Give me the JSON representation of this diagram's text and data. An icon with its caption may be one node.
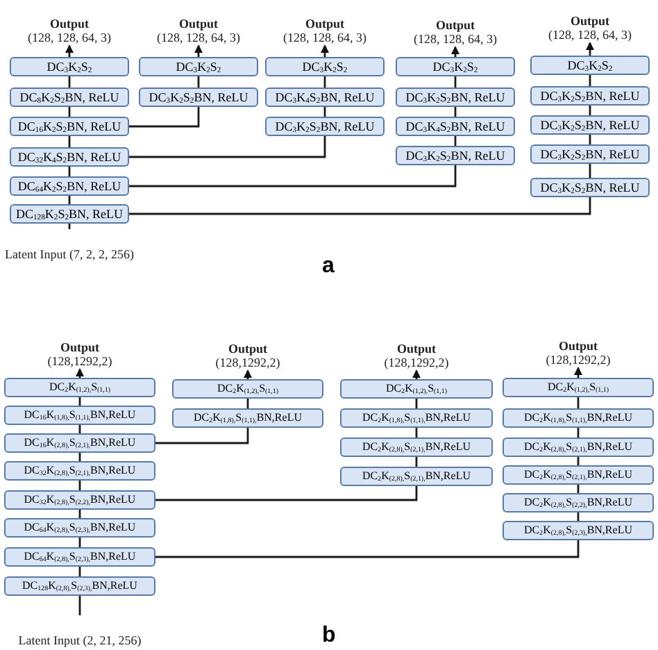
{
  "diagram": {
    "nodes": [
      {
        "text": [
          "Output",
          "(128, 128, 64, 3)"
        ]
      },
      {
        "text": [
          "DC$_{3}$K$_{2}$S$_{2}$"
        ]
      },
      {
        "text": [
          "DC$_{8}$K$_{2}$S$_{2}$BN, ReLU"
        ]
      },
      {
        "text": [
          "DC$_{16}$K$_{2}$S$_{2}$BN, ReLU"
        ]
      },
      {
        "text": [
          "DC$_{32}$K$_{4}$S$_{2}$BN, ReLU"
        ]
      },
      {
        "text": [
          "DC$_{64}$K$_{2}$S$_{2}$BN, ReLU"
        ]
      },
      {
        "text": [
          "DC$_{128}$K$_{2}$S$_{2}$BN, ReLU"
        ]
      },
      {
        "text": [
          "Latent Input (7, 2, 2, 256)"
        ]
      },
      {
        "text": [
          "Output",
          "(128, 128, 64, 3)"
        ]
      },
      {
        "text": [
          "DC$_{3}$K$_{2}$S$_{2}$"
        ]
      },
      {
        "text": [
          "DC$_{3}$K$_{2}$S$_{2}$BN, ReLU"
        ]
      },
      {
        "text": [
          "Output",
          "(128, 128, 64, 3)"
        ]
      },
      {
        "text": [
          "DC$_{3}$K$_{2}$S$_{2}$"
        ]
      },
      {
        "text": [
          "DC$_{3}$K$_{4}$S$_{2}$BN, ReLU"
        ]
      },
      {
        "text": [
          "DC$_{3}$K$_{2}$S$_{2}$BN, ReLU"
        ]
      },
      {
        "text": [
          "Output",
          "(128, 128, 64, 3)"
        ]
      },
      {
        "text": [
          "DC$_{3}$K$_{2}$S$_{2}$"
        ]
      },
      {
        "text": [
          "DC$_{3}$K$_{2}$S$_{2}$BN, ReLU"
        ]
      },
      {
        "text": [
          "DC$_{3}$K$_{4}$S$_{2}$BN, ReLU"
        ]
      },
      {
        "text": [
          "DC$_{3}$K$_{2}$S$_{2}$BN, ReLU"
        ]
      },
      {
        "text": [
          "Output",
          "(128, 128, 64, 3)"
        ]
      },
      {
        "text": [
          "DC$_{3}$K$_{2}$S$_{2}$"
        ]
      },
      {
        "text": [
          "DC$_{3}$K$_{2}$S$_{2}$BN, ReLU"
        ]
      },
      {
        "text": [
          "DC$_{3}$K$_{2}$S$_{2}$BN, ReLU"
        ]
      },
      {
        "text": [
          "DC$_{3}$K$_{2}$S$_{2}$BN, ReLU"
        ]
      },
      {
        "text": [
          "DC$_{3}$K$_{2}$S$_{2}$BN, ReLU"
        ]
      },
      {
        "text": [
          "Output",
          "(128,1292,2)"
        ]
      },
      {
        "text": [
          "DC$_{2}$K$_{(1,2),}$S$_{(1,1)}$"
        ]
      },
      {
        "text": [
          "DC$_{16}$K$_{(1,8),}$S$_{(1,1),}$BN,ReLU"
        ]
      },
      {
        "text": [
          "DC$_{16}$K$_{(2,8),}$S$_{(2,1),}$BN,ReLU"
        ]
      },
      {
        "text": [
          "DC$_{32}$K$_{(2,8),}$S$_{(2,1),}$BN,ReLU"
        ]
      },
      {
        "text": [
          "DC$_{32}$K$_{(2,8),}$S$_{(2,2),}$BN,ReLU"
        ]
      },
      {
        "text": [
          "DC$_{64}$K$_{(2,8),}$S$_{(2,3),}$BN,ReLU"
        ]
      },
      {
        "text": [
          "DC$_{64}$K$_{(2,8),}$S$_{(2,3),}$BN,ReLU"
        ]
      },
      {
        "text": [
          "DC$_{128}$K$_{(2,8),}$S$_{(2,3),}$BN,ReLU"
        ]
      },
      {
        "text": [
          "Latent Input (2, 21, 256)"
        ]
      },
      {
        "text": [
          "Output",
          "(128,1292,2)"
        ]
      },
      {
        "text": [
          "DC$_{2}$K$_{(1,2),}$S$_{(1,1)}$"
        ]
      },
      {
        "text": [
          "DC$_{2}$K$_{(1,8),}$S$_{(1,1),}$BN,ReLU"
        ]
      },
      {
        "text": [
          "Output",
          "(128,1292,2)"
        ]
      },
      {
        "text": [
          "DC$_{2}$K$_{(1,2),}$S$_{(1,1)}$"
        ]
      },
      {
        "text": [
          "DC$_{2}$K$_{(1,8),}$S$_{(1,1),}$BN,ReLU"
        ]
      },
      {
        "text": [
          "DC$_{2}$K$_{(2,8),}$S$_{(2,1),}$BN,ReLU"
        ]
      },
      {
        "text": [
          "DC$_{2}$K$_{(2,8),}$S$_{(2,1),}$BN,ReLU"
        ]
      },
      {
        "text": [
          "Output",
          "(128,1292,2)"
        ]
      },
      {
        "text": [
          "DC$_{2}$K$_{(1,2),}$S$_{(1,1)}$"
        ]
      },
      {
        "text": [
          "DC$_{2}$K$_{(1,8),}$S$_{(1,1),}$BN,ReLU"
        ]
      },
      {
        "text": [
          "DC$_{2}$K$_{(2,8),}$S$_{(2,1),}$BN,ReLU"
        ]
      },
      {
        "text": [
          "DC$_{2}$K$_{(2,8),}$S$_{(2,1),}$BN,ReLU"
        ]
      },
      {
        "text": [
          "DC$_{2}$K$_{(2,8),}$S$_{(2,2),}$BN,ReLU"
        ]
      },
      {
        "text": [
          "DC$_{2}$K$_{(2,8),}$S$_{(2,3),}$BN,ReLU"
        ]
      }
    ],
    "edges": [
      {
        "from": 1,
        "to": 0,
        "arrow": "to"
      },
      {
        "from": 2,
        "to": 1,
        "arrow": "none"
      },
      {
        "from": 3,
        "to": 2,
        "arrow": "none"
      },
      {
        "from": 4,
        "to": 3,
        "arrow": "none"
      },
      {
        "from": 5,
        "to": 4,
        "arrow": "none"
      },
      {
        "from": 6,
        "to": 5,
        "arrow": "none"
      },
      {
        "from": 7,
        "to": 6,
        "arrow": "none"
      },
      {
        "from": 9,
        "to": 8,
        "arrow": "to"
      },
      {
        "from": 10,
        "to": 9,
        "arrow": "none"
      },
      {
        "from": 3,
        "to": 10,
        "arrow": "none"
      },
      {
        "from": 12,
        "to": 11,
        "arrow": "to"
      },
      {
        "from": 13,
        "to": 12,
        "arrow": "none"
      },
      {
        "from": 14,
        "to": 13,
        "arrow": "none"
      },
      {
        "from": 4,
        "to": 14,
        "arrow": "none"
      },
      {
        "from": 16,
        "to": 15,
        "arrow": "to"
      },
      {
        "from": 17,
        "to": 16,
        "arrow": "none"
      },
      {
        "from": 18,
        "to": 17,
        "arrow": "none"
      },
      {
        "from": 19,
        "to": 18,
        "arrow": "none"
      },
      {
        "from": 5,
        "to": 19,
        "arrow": "none"
      },
      {
        "from": 21,
        "to": 20,
        "arrow": "to"
      },
      {
        "from": 22,
        "to": 21,
        "arrow": "none"
      },
      {
        "from": 23,
        "to": 22,
        "arrow": "none"
      },
      {
        "from": 24,
        "to": 23,
        "arrow": "none"
      },
      {
        "from": 25,
        "to": 24,
        "arrow": "none"
      },
      {
        "from": 6,
        "to": 25,
        "arrow": "none"
      },
      {
        "from": 27,
        "to": 26,
        "arrow": "to"
      },
      {
        "from": 28,
        "to": 27,
        "arrow": "none"
      },
      {
        "from": 29,
        "to": 28,
        "arrow": "none"
      },
      {
        "from": 30,
        "to": 29,
        "arrow": "none"
      },
      {
        "from": 31,
        "to": 30,
        "arrow": "none"
      },
      {
        "from": 32,
        "to": 31,
        "arrow": "none"
      },
      {
        "from": 33,
        "to": 32,
        "arrow": "none"
      },
      {
        "from": 34,
        "to": 33,
        "arrow": "none"
      },
      {
        "from": 35,
        "to": 34,
        "arrow": "none"
      },
      {
        "from": 37,
        "to": 36,
        "arrow": "to"
      },
      {
        "from": 38,
        "to": 37,
        "arrow": "none"
      },
      {
        "from": 29,
        "to": 38,
        "arrow": "none"
      },
      {
        "from": 40,
        "to": 39,
        "arrow": "to"
      },
      {
        "from": 41,
        "to": 40,
        "arrow": "none"
      },
      {
        "from": 42,
        "to": 41,
        "arrow": "none"
      },
      {
        "from": 43,
        "to": 42,
        "arrow": "none"
      },
      {
        "from": 31,
        "to": 43,
        "arrow": "none"
      },
      {
        "from": 45,
        "to": 44,
        "arrow": "to"
      },
      {
        "from": 46,
        "to": 45,
        "arrow": "none"
      },
      {
        "from": 47,
        "to": 46,
        "arrow": "none"
      },
      {
        "from": 48,
        "to": 47,
        "arrow": "none"
      },
      {
        "from": 49,
        "to": 48,
        "arrow": "none"
      },
      {
        "from": 50,
        "to": 49,
        "arrow": "none"
      },
      {
        "from": 33,
        "to": 50,
        "arrow": "none"
      }
    ],
    "labels": [
      "a",
      "b"
    ]
  }
}
